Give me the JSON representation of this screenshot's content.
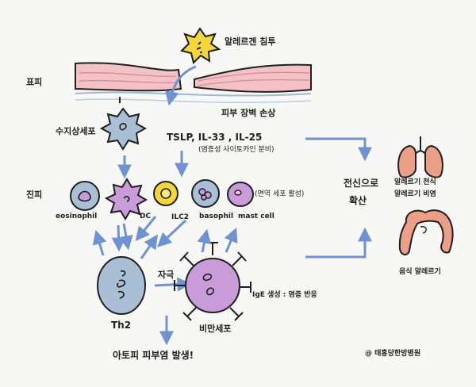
{
  "allergen": "알레르겐 침투",
  "layer_epidermis": "표피",
  "layer_dermis": "진피",
  "barrier_damage": "피부 장벽 손상",
  "dendritic_langerhans": "수지상세포",
  "cytokines": "TSLP, IL-33 , IL-25",
  "cytokines_note": "(염증성 사이토카인 분비)",
  "cells": [
    "eosinophil",
    "DC",
    "ILC2",
    "basophil",
    "mast cell"
  ],
  "immune_activation": "(면역 세포 활성)",
  "th2": "Th2",
  "stimulus": "자극",
  "b_cell": "비만세포",
  "ige": "IgE 생성 : 염증 반응",
  "atopic": "아토피 피부염 발생!",
  "systemic": [
    "전신으로",
    "확산"
  ],
  "asthma": "알레르기 천식",
  "rhinitis": "알레르기 비염",
  "food_allergy": "음식 알레르기",
  "credit": "@ 태흥당한방병원",
  "colors": {
    "arrow": "#6f93d2",
    "skin": "#f2c2c6",
    "purple": "#c99bd8",
    "blue": "#a9bfd6",
    "yellow": "#f3d63a",
    "organ": "#eb9f86"
  }
}
